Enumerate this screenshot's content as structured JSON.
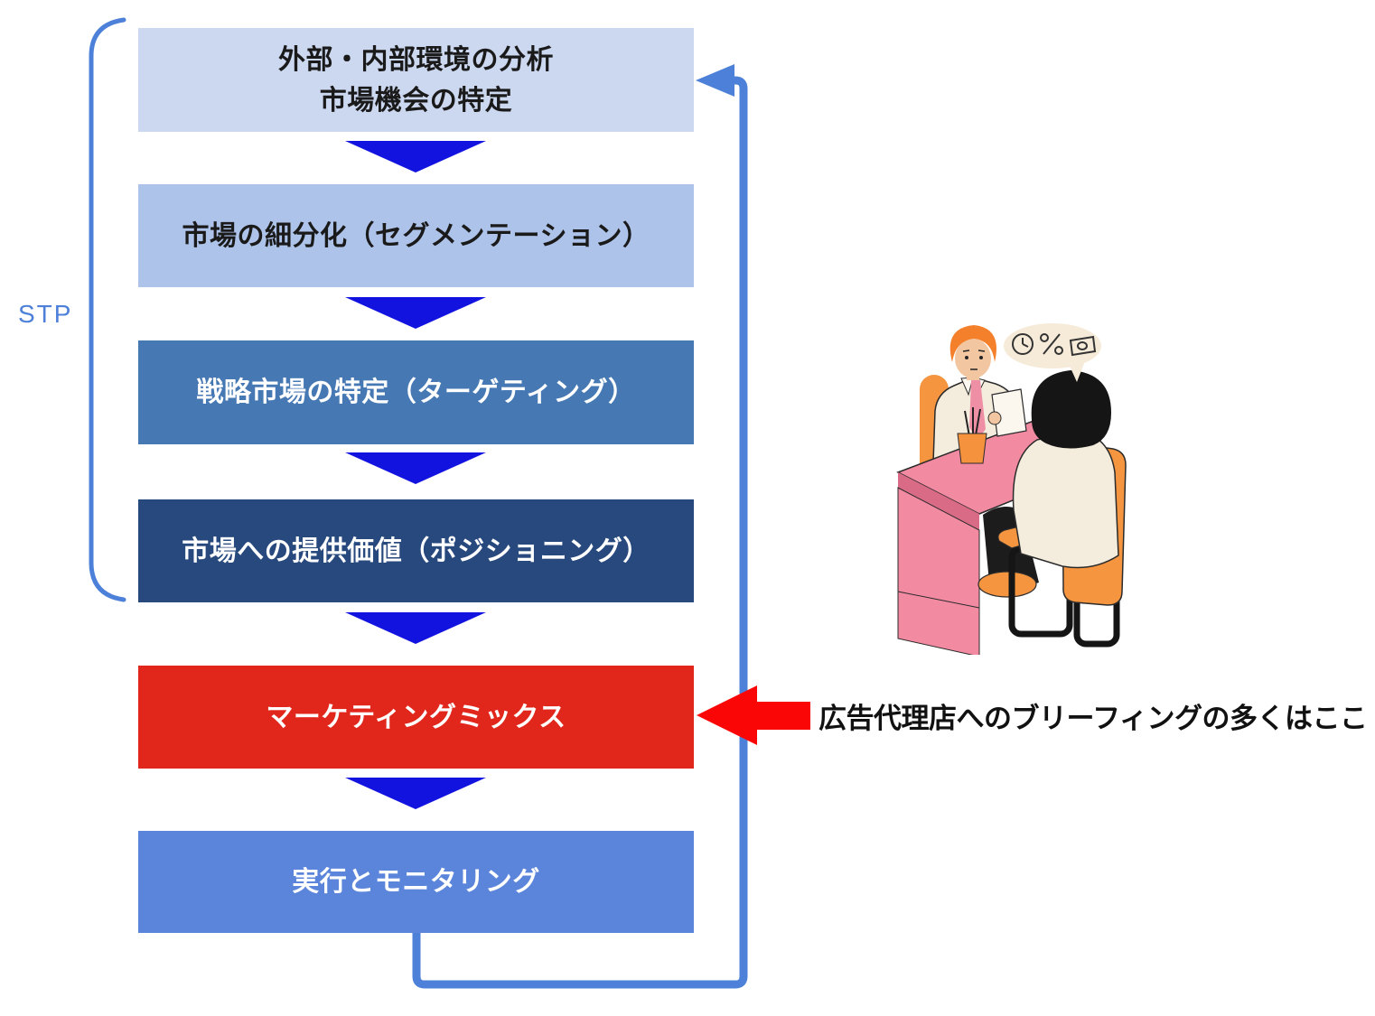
{
  "diagram": {
    "stp_label": "STP",
    "steps": [
      {
        "id": "analysis",
        "line1": "外部・内部環境の分析",
        "line2": "市場機会の特定",
        "bg": "#ccd7f0",
        "text_color": "#1a1a1a"
      },
      {
        "id": "segmentation",
        "label": "市場の細分化（セグメンテーション）",
        "bg": "#aec3ea",
        "text_color": "#1a1a1a"
      },
      {
        "id": "targeting",
        "label": "戦略市場の特定（ターゲティング）",
        "bg": "#4679b4",
        "text_color": "#ffffff"
      },
      {
        "id": "positioning",
        "label": "市場への提供価値（ポジショニング）",
        "bg": "#28497e",
        "text_color": "#ffffff"
      },
      {
        "id": "marketing-mix",
        "label": "マーケティングミックス",
        "bg": "#e1271c",
        "text_color": "#ffffff"
      },
      {
        "id": "execution",
        "label": "実行とモニタリング",
        "bg": "#5b84db",
        "text_color": "#ffffff"
      }
    ],
    "annotation": {
      "text": "広告代理店へのブリーフィングの多くはここ",
      "arrow_color": "#fb0606"
    },
    "colors": {
      "down_arrow": "#1313e0",
      "loop_line": "#4d80d8",
      "stp_label": "#4d80d8",
      "red_arrow": "#fb0606"
    },
    "illustration": {
      "speech_bubble_icons": [
        "clock",
        "percent",
        "mail"
      ]
    }
  }
}
